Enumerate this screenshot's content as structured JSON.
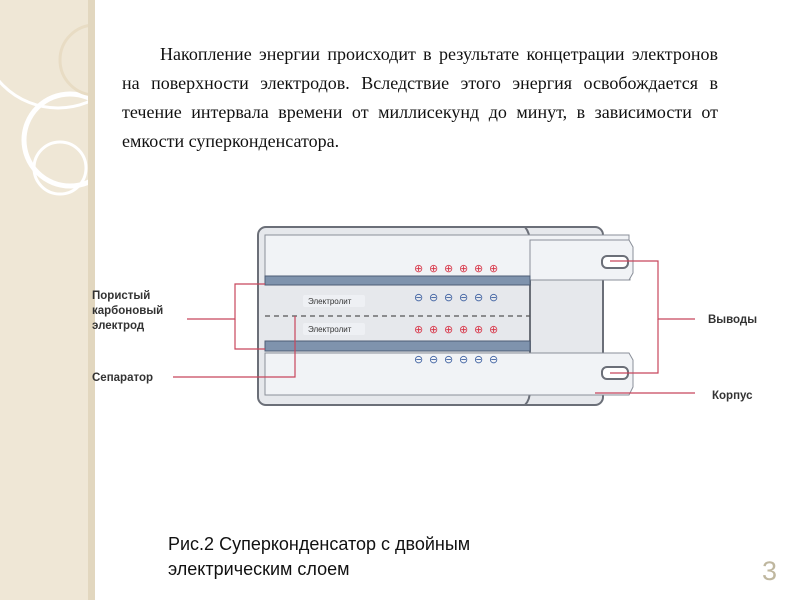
{
  "body_text": "Накопление энергии происходит в результате концетрации электронов на поверхности электродов. Вследствие этого энергия освобождается в течение интервала времени от миллисекунд до минут, в зависимости от емкости суперконденсатора.",
  "diagram": {
    "labels": {
      "porous_electrode_lines": [
        "Пористый",
        "карбоновый",
        "электрод"
      ],
      "separator": "Сепаратор",
      "terminals": "Выводы",
      "case": "Корпус",
      "electrolyte_top": "Электролит",
      "electrolyte_bottom": "Электролит"
    },
    "plus_symbol": "⊕",
    "minus_symbol": "⊖",
    "charges_per_row": 6
  },
  "caption_lines": [
    "Рис.2  Суперконденсатор с двойным",
    "электрическим слоем"
  ],
  "page_number": "3",
  "colors": {
    "background_deco": "#efe7d6",
    "leader_line": "#c8465c",
    "case_fill": "#e8eaee",
    "plate_fill": "#eef0f4",
    "electrode_fill": "#7f93ad",
    "plus_color": "#d8384a",
    "minus_color": "#3c5fa0"
  }
}
